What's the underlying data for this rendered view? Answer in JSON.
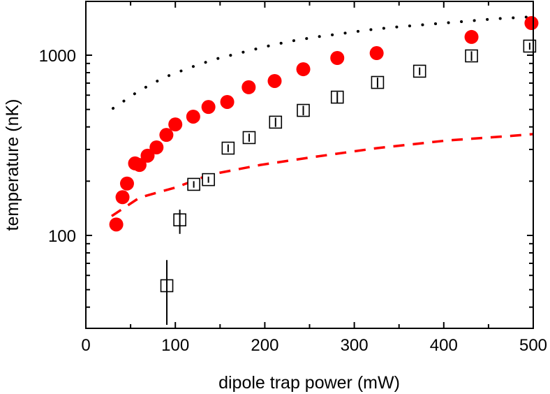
{
  "chart_data": {
    "type": "scatter",
    "title": "",
    "xlabel": "dipole trap power (mW)",
    "ylabel": "temperature (nK)",
    "xlim": [
      0,
      500
    ],
    "ylim": [
      30,
      2000
    ],
    "yscale": "log",
    "grid": false,
    "x_ticks": [
      0,
      100,
      200,
      300,
      400,
      500
    ],
    "x_tick_labels": [
      "0",
      "100",
      "200",
      "300",
      "400",
      "500"
    ],
    "y_ticks": [
      100,
      1000
    ],
    "y_tick_labels": [
      "100",
      "1000"
    ],
    "series": [
      {
        "kind": "scatter",
        "marker": "filled-circle",
        "color": "#ff0000",
        "x": [
          34,
          41,
          46,
          55,
          60,
          69,
          79,
          90,
          100,
          120,
          137,
          158,
          182,
          211,
          243,
          281,
          325,
          431,
          498
        ],
        "y": [
          115,
          163,
          194,
          251,
          246,
          277,
          308,
          361,
          413,
          456,
          516,
          550,
          664,
          719,
          836,
          965,
          1027,
          1262,
          1507
        ],
        "yerr": [
          0,
          0,
          0,
          0,
          0,
          0,
          0,
          0,
          0,
          0,
          0,
          0,
          0,
          0,
          0,
          80,
          40,
          0,
          0
        ]
      },
      {
        "kind": "scatter",
        "marker": "open-square",
        "color": "#000000",
        "x": [
          90.5,
          105,
          120.6,
          137,
          159,
          182.5,
          212,
          243,
          281,
          326,
          373,
          431,
          496
        ],
        "y": [
          52.6,
          122,
          192,
          204,
          305,
          349,
          425,
          494,
          585,
          706,
          815,
          991,
          1123
        ],
        "yerr_low": [
          20.7,
          20,
          8,
          8,
          15,
          18,
          25,
          30,
          40,
          45,
          40,
          60,
          50
        ],
        "yerr_high": [
          20.4,
          17,
          8,
          8,
          15,
          18,
          25,
          30,
          40,
          45,
          40,
          60,
          50
        ]
      },
      {
        "kind": "line",
        "style": "dotted",
        "color": "#000000",
        "x": [
          30.4,
          59.3,
          87.4,
          115.5,
          143.5,
          171.6,
          199.7,
          228.5,
          257.4,
          286.3,
          315.1,
          344,
          372,
          400,
          429,
          457,
          486,
          500
        ],
        "y": [
          507,
          634,
          752,
          851,
          948,
          1027,
          1113,
          1195,
          1262,
          1319,
          1380,
          1429,
          1468,
          1507,
          1549,
          1592,
          1620,
          1633
        ]
      },
      {
        "kind": "line",
        "style": "dashed",
        "color": "#ff0000",
        "x": [
          28.9,
          60,
          101,
          138,
          195,
          253.5,
          325,
          403,
          489,
          500
        ],
        "y": [
          128,
          162,
          185,
          217,
          246,
          272,
          305,
          336,
          361,
          365
        ]
      }
    ]
  }
}
